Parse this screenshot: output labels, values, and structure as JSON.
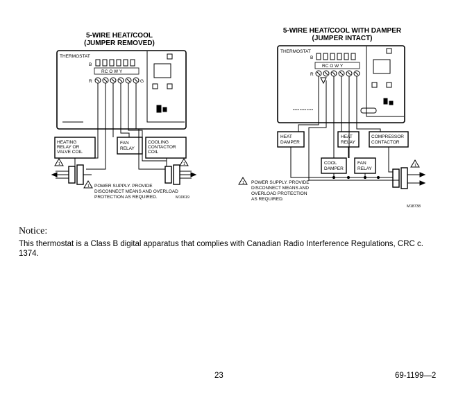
{
  "diagram_left": {
    "title_line1": "5-WIRE HEAT/COOL",
    "title_line2": "(JUMPER REMOVED)",
    "thermostat_label": "THERMOSTAT",
    "terminal_b": "B",
    "terminal_r": "R",
    "terminal_g": "G",
    "terminal_row": "RC  O  W  Y",
    "box_heating": [
      "HEATING",
      "RELAY OR",
      "VALVE COIL"
    ],
    "box_fan": [
      "FAN",
      "RELAY"
    ],
    "box_cooling": [
      "COOLING",
      "CONTACTOR",
      "COIL"
    ],
    "warning_number": "1",
    "note": [
      "POWER SUPPLY.  PROVIDE",
      "DISCONNECT MEANS AND OVERLOAD",
      "PROTECTION AS REQUIRED."
    ],
    "code": "M10619"
  },
  "diagram_right": {
    "title_line1": "5-WIRE HEAT/COOL WITH DAMPER",
    "title_line2": "(JUMPER INTACT)",
    "thermostat_label": "THERMOSTAT",
    "terminal_b": "B",
    "terminal_r": "R",
    "terminal_row": "RC  O  W  Y",
    "box_heat_damper": [
      "HEAT",
      "DAMPER"
    ],
    "box_heat_relay": [
      "HEAT",
      "RELAY"
    ],
    "box_compressor": [
      "COMPRESSOR",
      "CONTACTOR"
    ],
    "box_cool_damper": [
      "COOL",
      "DAMPER"
    ],
    "box_fan_relay": [
      "FAN",
      "RELAY"
    ],
    "warning_number": "1",
    "note": [
      "POWER SUPPLY. PROVIDE",
      "DISCONNECT MEANS AND",
      "OVERLOAD PROTECTION",
      "AS REQUIRED."
    ],
    "code": "M18738"
  },
  "notice": {
    "heading": "Notice:",
    "text": "This thermostat is a Class B digital apparatus that complies with Canadian Radio Interference Regulations, CRC c. 1374."
  },
  "footer": {
    "page_number": "23",
    "doc_number": "69-1199—2"
  }
}
